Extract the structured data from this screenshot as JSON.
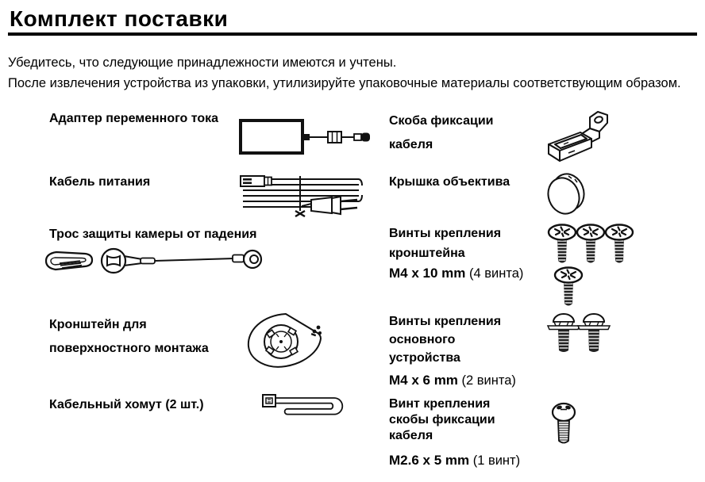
{
  "header": {
    "title": "Комплект поставки"
  },
  "intro": {
    "line1": "Убедитесь, что следующие принадлежности имеются и учтены.",
    "line2": "После извлечения устройства из упаковки, утилизируйте упаковочные материалы соответствующим образом."
  },
  "items": {
    "left": [
      {
        "illustration": "ac-adapter",
        "label_lines": [
          "Адаптер переменного тока"
        ]
      },
      {
        "illustration": "power-cable",
        "label_lines": [
          "Кабель питания"
        ]
      },
      {
        "illustration": "safety-wire",
        "label_lines": [
          "Трос защиты камеры от падения"
        ]
      },
      {
        "illustration": "surface-mount-bracket",
        "label_lines": [
          "Кронштейн для",
          "поверхностного монтажа"
        ]
      },
      {
        "illustration": "cable-tie",
        "label_lines": [
          "Кабельный хомут (2 шт.)"
        ]
      }
    ],
    "right": [
      {
        "illustration": "cable-fixing-bracket",
        "label_lines": [
          "Скоба фиксации",
          "кабеля"
        ]
      },
      {
        "illustration": "lens-cap",
        "label_lines": [
          "Крышка объектива"
        ]
      },
      {
        "illustration": "bracket-screws",
        "label_lines": [
          "Винты крепления",
          "кронштейна"
        ],
        "spec_bold": "M4 x 10 mm",
        "spec_rest": " (4 винта)"
      },
      {
        "illustration": "main-unit-screws",
        "label_lines": [
          "Винты крепления",
          "основного",
          "устройства"
        ],
        "spec_bold": "M4 x 6 mm",
        "spec_rest": " (2 винта)"
      },
      {
        "illustration": "clamp-screw",
        "label_lines": [
          "Винт крепления",
          "скобы фиксации",
          "кабеля"
        ],
        "spec_bold": "M2.6 x 5 mm",
        "spec_rest": " (1 винт)"
      }
    ]
  },
  "colors": {
    "text": "#000000",
    "background": "#ffffff",
    "rule": "#000000",
    "screw_fill": "#222222"
  }
}
